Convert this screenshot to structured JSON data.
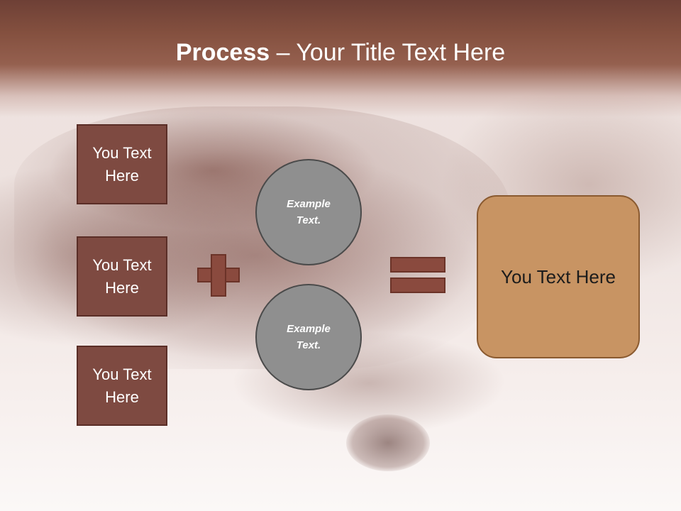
{
  "title": {
    "strong": "Process",
    "rest": " – Your Title Text Here"
  },
  "left_boxes": [
    {
      "label": "You Text Here"
    },
    {
      "label": "You Text Here"
    },
    {
      "label": "You Text Here"
    }
  ],
  "circles": [
    {
      "label": "Example Text."
    },
    {
      "label": "Example Text."
    }
  ],
  "result": {
    "label": "You Text Here"
  },
  "colors": {
    "header": "#84503f",
    "box_fill": "#7e4a41",
    "operator": "#8a4a3e",
    "circle_fill": "#8f8f8f",
    "result_fill": "#c89463"
  }
}
